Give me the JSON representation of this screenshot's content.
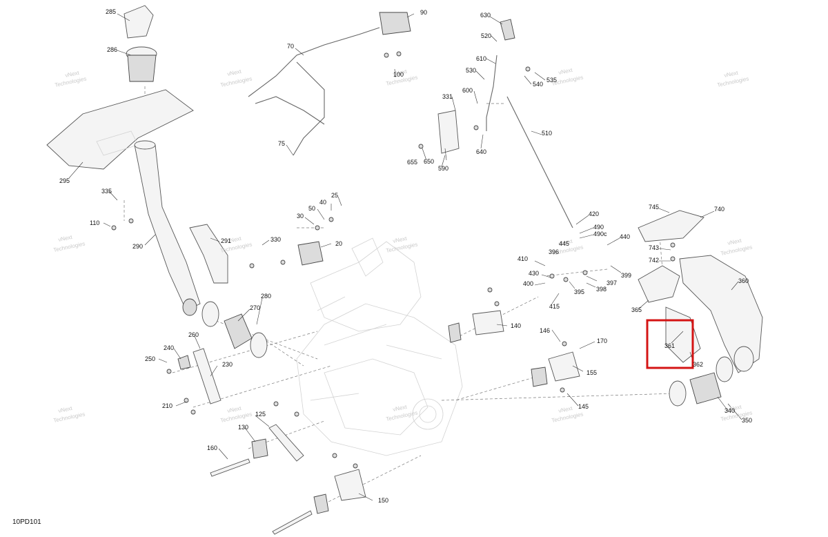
{
  "diagram": {
    "code": "10PD101",
    "watermark": [
      "vNext",
      "Technologies"
    ],
    "highlight_color": "#d41414",
    "highlighted_part": "361",
    "labels": [
      "285",
      "286",
      "295",
      "335",
      "110",
      "290",
      "291",
      "280",
      "270",
      "260",
      "240",
      "250",
      "230",
      "210",
      "160",
      "130",
      "125",
      "150",
      "140",
      "146",
      "170",
      "155",
      "145",
      "70",
      "75",
      "90",
      "100",
      "30",
      "50",
      "40",
      "25",
      "330",
      "20",
      "630",
      "520",
      "610",
      "530",
      "540",
      "535",
      "600",
      "331",
      "655",
      "650",
      "590",
      "640",
      "510",
      "420",
      "490",
      "490c",
      "440",
      "445",
      "396",
      "410",
      "430",
      "400",
      "415",
      "395",
      "397",
      "398",
      "399",
      "745",
      "740",
      "743",
      "742",
      "365",
      "360",
      "361",
      "362",
      "340",
      "350"
    ]
  }
}
